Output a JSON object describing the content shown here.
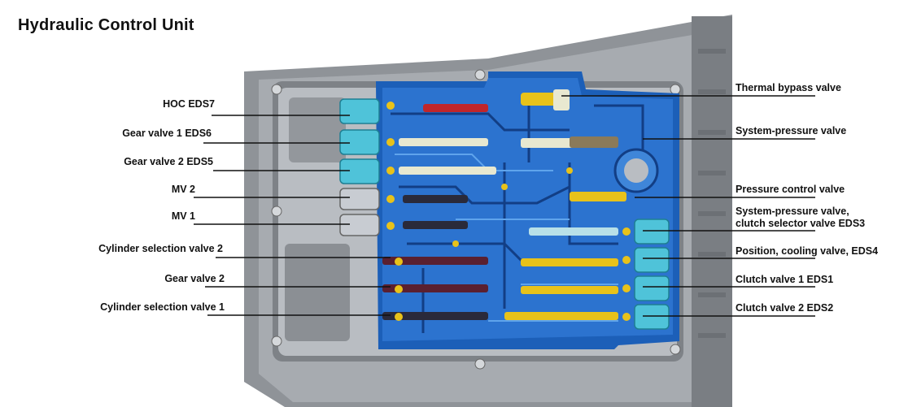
{
  "title": "Hydraulic Control Unit",
  "left_labels": [
    "HOC EDS7",
    "Gear valve 1 EDS6",
    "Gear valve 2 EDS5",
    "MV 2",
    "MV 1",
    "Cylinder selection valve 2",
    "Gear valve 2",
    "Cylinder selection valve 1"
  ],
  "right_labels": [
    "Thermal bypass valve",
    "System-pressure valve",
    "Pressure control valve",
    "System-pressure valve,\nclutch selector valve EDS3",
    "Position, cooling valve, EDS4",
    "Clutch valve 1 EDS1",
    "Clutch valve 2 EDS2"
  ],
  "colors": {
    "housing": "#9a9ea3",
    "housing_dark": "#5c6166",
    "plate": "#1c5fb8",
    "plate_light": "#3f86d9",
    "solenoid": "#4fc3d9",
    "spool_yellow": "#e8c21a",
    "spool_dark": "#2a2a3a",
    "spool_red": "#c0262b",
    "leader": "#111111"
  }
}
